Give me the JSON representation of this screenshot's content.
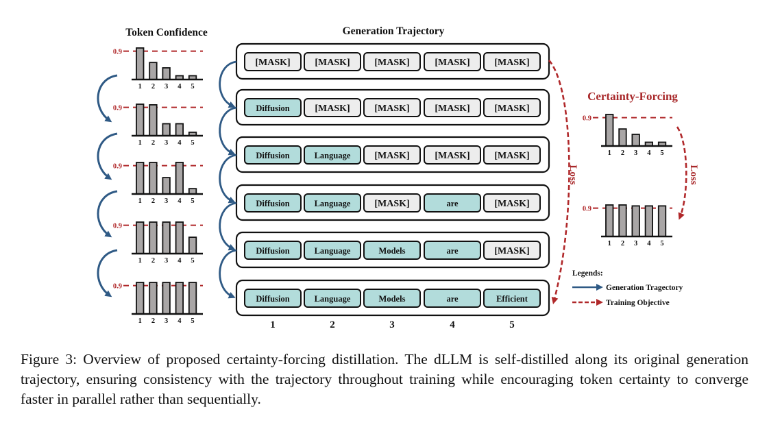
{
  "figure": {
    "titles": {
      "token_confidence": "Token Confidence",
      "generation_trajectory": "Generation Trajectory",
      "certainty_forcing": "Certainty-Forcing"
    },
    "threshold_label": "0.9",
    "loss_label": "Loss",
    "position_labels": [
      "1",
      "2",
      "3",
      "4",
      "5"
    ],
    "trajectory_rows": [
      {
        "tokens": [
          {
            "text": "[MASK]",
            "decoded": false
          },
          {
            "text": "[MASK]",
            "decoded": false
          },
          {
            "text": "[MASK]",
            "decoded": false
          },
          {
            "text": "[MASK]",
            "decoded": false
          },
          {
            "text": "[MASK]",
            "decoded": false
          }
        ]
      },
      {
        "tokens": [
          {
            "text": "Diffusion",
            "decoded": true
          },
          {
            "text": "[MASK]",
            "decoded": false
          },
          {
            "text": "[MASK]",
            "decoded": false
          },
          {
            "text": "[MASK]",
            "decoded": false
          },
          {
            "text": "[MASK]",
            "decoded": false
          }
        ]
      },
      {
        "tokens": [
          {
            "text": "Diffusion",
            "decoded": true
          },
          {
            "text": "Language",
            "decoded": true
          },
          {
            "text": "[MASK]",
            "decoded": false
          },
          {
            "text": "[MASK]",
            "decoded": false
          },
          {
            "text": "[MASK]",
            "decoded": false
          }
        ]
      },
      {
        "tokens": [
          {
            "text": "Diffusion",
            "decoded": true
          },
          {
            "text": "Language",
            "decoded": true
          },
          {
            "text": "[MASK]",
            "decoded": false
          },
          {
            "text": "are",
            "decoded": true
          },
          {
            "text": "[MASK]",
            "decoded": false
          }
        ]
      },
      {
        "tokens": [
          {
            "text": "Diffusion",
            "decoded": true
          },
          {
            "text": "Language",
            "decoded": true
          },
          {
            "text": "Models",
            "decoded": true
          },
          {
            "text": "are",
            "decoded": true
          },
          {
            "text": "[MASK]",
            "decoded": false
          }
        ]
      },
      {
        "tokens": [
          {
            "text": "Diffusion",
            "decoded": true
          },
          {
            "text": "Language",
            "decoded": true
          },
          {
            "text": "Models",
            "decoded": true
          },
          {
            "text": "are",
            "decoded": true
          },
          {
            "text": "Efficient",
            "decoded": true
          }
        ]
      }
    ],
    "legend": {
      "title": "Legends:",
      "items": [
        {
          "label": "Generation Tragectory",
          "style": "solid-blue-arrow"
        },
        {
          "label": "Training Objective",
          "style": "dashed-red-arrow"
        }
      ]
    },
    "colors": {
      "decoded_fill": "#b2dcdb",
      "mask_fill": "#ededed",
      "bar_fill": "#a9a6a6",
      "threshold_red": "#b0282a",
      "arrow_blue": "#2f5a85",
      "title_red": "#a8282a"
    }
  },
  "chart_data": [
    {
      "type": "bar",
      "title": "Token Confidence (step 1)",
      "categories": [
        "1",
        "2",
        "3",
        "4",
        "5"
      ],
      "values": [
        1.0,
        0.54,
        0.37,
        0.12,
        0.12
      ],
      "threshold": 0.9,
      "ylim": [
        0,
        1.0
      ]
    },
    {
      "type": "bar",
      "title": "Token Confidence (step 2)",
      "categories": [
        "1",
        "2",
        "3",
        "4",
        "5"
      ],
      "values": [
        1.0,
        0.98,
        0.38,
        0.38,
        0.11
      ],
      "threshold": 0.9,
      "ylim": [
        0,
        1.0
      ]
    },
    {
      "type": "bar",
      "title": "Token Confidence (step 3)",
      "categories": [
        "1",
        "2",
        "3",
        "4",
        "5"
      ],
      "values": [
        1.0,
        1.0,
        0.52,
        1.0,
        0.17
      ],
      "threshold": 0.9,
      "ylim": [
        0,
        1.0
      ]
    },
    {
      "type": "bar",
      "title": "Token Confidence (step 4)",
      "categories": [
        "1",
        "2",
        "3",
        "4",
        "5"
      ],
      "values": [
        1.0,
        1.0,
        1.0,
        1.0,
        0.52
      ],
      "threshold": 0.9,
      "ylim": [
        0,
        1.0
      ]
    },
    {
      "type": "bar",
      "title": "Token Confidence (step 5)",
      "categories": [
        "1",
        "2",
        "3",
        "4",
        "5"
      ],
      "values": [
        1.0,
        1.0,
        1.0,
        1.0,
        1.0
      ],
      "threshold": 0.9,
      "ylim": [
        0,
        1.0
      ]
    },
    {
      "type": "bar",
      "title": "Certainty-Forcing (before)",
      "categories": [
        "1",
        "2",
        "3",
        "4",
        "5"
      ],
      "values": [
        1.0,
        0.54,
        0.37,
        0.12,
        0.12
      ],
      "threshold": 0.9,
      "ylim": [
        0,
        1.0
      ]
    },
    {
      "type": "bar",
      "title": "Certainty-Forcing (target)",
      "categories": [
        "1",
        "2",
        "3",
        "4",
        "5"
      ],
      "values": [
        1.0,
        1.0,
        0.97,
        0.97,
        0.97
      ],
      "threshold": 0.9,
      "ylim": [
        0,
        1.0
      ]
    }
  ],
  "caption": "Figure 3: Overview of proposed certainty-forcing distillation. The dLLM is self-distilled along its original generation trajectory, ensuring consistency with the trajectory throughout training while encouraging token certainty to converge faster in parallel rather than sequentially."
}
